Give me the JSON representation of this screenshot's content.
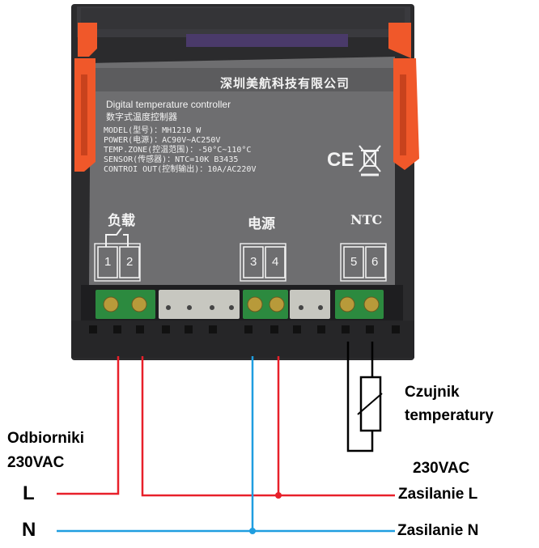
{
  "device": {
    "manufacturer": "深圳美航科技有限公司",
    "title_en": "Digital temperature controller",
    "title_cn": "数字式温度控制器",
    "specs": [
      "MODEL(型号)：MH1210 W",
      "POWER(电源)：AC90V~AC250V",
      "TEMP.ZONE(控温范围)：-50°C~110°C",
      "SENSOR(传感器)：NTC=10K B3435",
      "CONTROI OUT(控制输出)：10A/AC220V"
    ],
    "ce_mark": "CE",
    "terminal_groups": [
      {
        "label": "负载",
        "terminals": [
          "1",
          "2"
        ]
      },
      {
        "label": "电源",
        "terminals": [
          "3",
          "4"
        ]
      },
      {
        "label": "NTC",
        "terminals": [
          "5",
          "6"
        ]
      }
    ]
  },
  "labels": {
    "sensor_line1": "Czujnik",
    "sensor_line2": "temperatury",
    "loads_line1": "Odbiorniki",
    "loads_line2": "230VAC",
    "supply_voltage": "230VAC",
    "line_L": "L",
    "line_N": "N",
    "supply_L": "Zasilanie L",
    "supply_N": "Zasilanie N"
  },
  "colors": {
    "wire_L": "#e8202a",
    "wire_N": "#1f9ee0",
    "sensor_wire": "#000000",
    "housing": "#2b2b2d",
    "label_panel": "#6e6e70",
    "latch": "#f0582a",
    "terminal_block": "#2c8a3f"
  }
}
